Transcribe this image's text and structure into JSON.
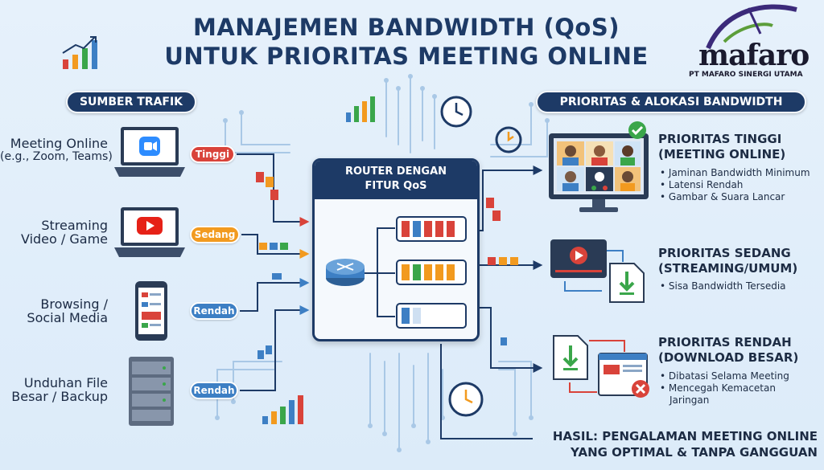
{
  "title": {
    "line1": "MANAJEMEN BANDWIDTH (QoS)",
    "line2": "UNTUK PRIORITAS MEETING ONLINE"
  },
  "logo": {
    "name": "mafaro",
    "subtitle": "PT MAFARO SINERGI UTAMA"
  },
  "left_header": "SUMBER TRAFIK",
  "right_header": "PRIORITAS & ALOKASI BANDWIDTH",
  "sources": [
    {
      "line1": "Meeting Online",
      "line2": "(e.g., Zoom, Teams)",
      "icon": "laptop-video-icon",
      "tag": "Tinggi",
      "tag_color": "#d9433a"
    },
    {
      "line1": "Streaming",
      "line2": "Video / Game",
      "icon": "laptop-play-icon",
      "tag": "Sedang",
      "tag_color": "#f29a1f"
    },
    {
      "line1": "Browsing /",
      "line2": "Social Media",
      "icon": "phone-icon",
      "tag": "Rendah",
      "tag_color": "#3d7fc4"
    },
    {
      "line1": "Unduhan File",
      "line2": "Besar / Backup",
      "icon": "server-icon",
      "tag": "Rendah",
      "tag_color": "#3d7fc4"
    }
  ],
  "router": {
    "line1": "ROUTER DENGAN",
    "line2": "FITUR QoS"
  },
  "priorities": [
    {
      "title1": "PRIORITAS TINGGI",
      "title2": "(MEETING ONLINE)",
      "items": [
        "Jaminan Bandwidth Minimum",
        "Latensi Rendah",
        "Gambar & Suara Lancar"
      ]
    },
    {
      "title1": "PRIORITAS SEDANG",
      "title2": "(STREAMING/UMUM)",
      "items": [
        "Sisa Bandwidth Tersedia"
      ]
    },
    {
      "title1": "PRIORITAS RENDAH",
      "title2": "(DOWNLOAD BESAR)",
      "items": [
        "Dibatasi Selama Meeting",
        "Mencegah Kemacetan",
        "Jaringan"
      ]
    }
  ],
  "result": {
    "line1": "HASIL: PENGALAMAN MEETING ONLINE",
    "line2": "YANG OPTIMAL & TANPA GANGGUAN"
  },
  "colors": {
    "navy": "#1d3a66",
    "high": "#d9433a",
    "medium": "#f29a1f",
    "low": "#3d7fc4",
    "green": "#3aa64a"
  }
}
